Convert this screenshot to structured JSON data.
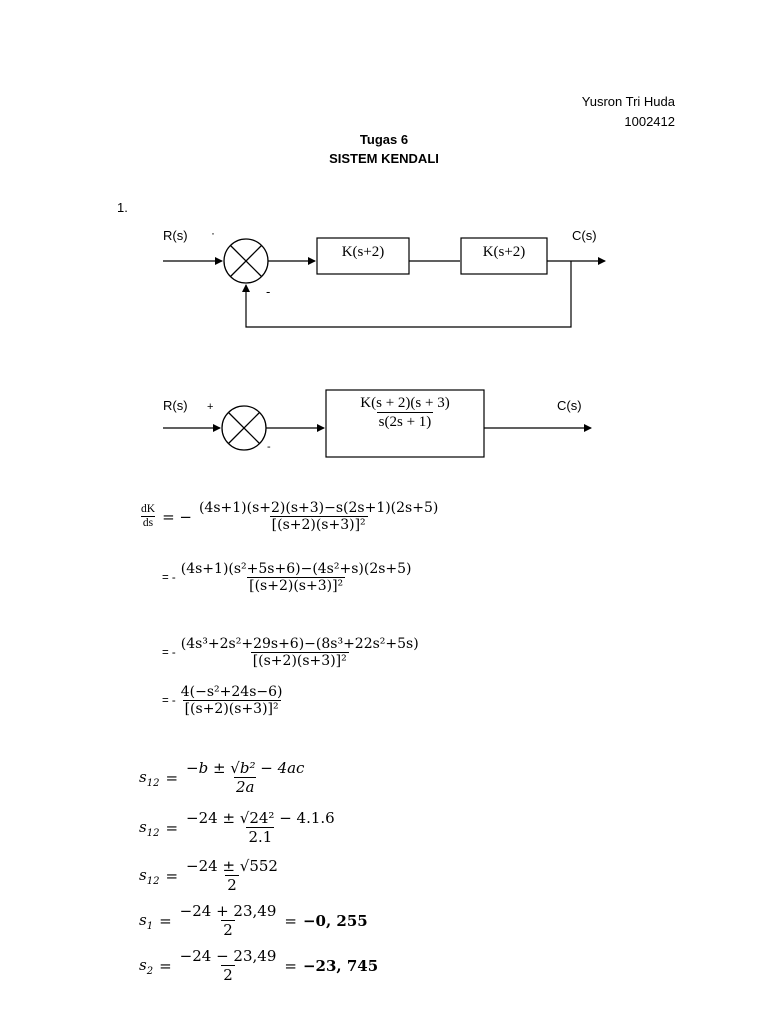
{
  "header": {
    "name": "Yusron Tri Huda",
    "id": "1002412"
  },
  "title": {
    "line1": "Tugas 6",
    "line2": "SISTEM KENDALI"
  },
  "question_number": "1.",
  "diagram1": {
    "input": "R(s)",
    "output": "C(s)",
    "block1": "K(s+2)",
    "block2": "K(s+2)",
    "plus": "·",
    "minus": "-"
  },
  "diagram2": {
    "input": "R(s)",
    "output": "C(s)",
    "plus": "+",
    "minus": "-",
    "block_num": "K(s + 2)(s + 3)",
    "block_den": "s(2s + 1)"
  },
  "derivation": {
    "lhs_num": "dK",
    "lhs_den": "ds",
    "eq1_num": "(4s+1)(s+2)(s+3)−s(2s+1)(2s+5)",
    "eq1_den": "[(s+2)(s+3)]²",
    "eq2_num": "(4s+1)(s²+5s+6)−(4s²+s)(2s+5)",
    "eq2_den": "[(s+2)(s+3)]²",
    "eq3_num": "(4s³+2s²+29s+6)−(8s³+22s²+5s)",
    "eq3_den": "[(s+2)(s+3)]²",
    "eq4_num": "4(−s²+24s−6)",
    "eq4_den": "[(s+2)(s+3)]²",
    "eq_sign": "= −",
    "eq_prefix": "= -"
  },
  "roots": {
    "label12": "s",
    "sub12": "12",
    "label1": "s",
    "sub1": "1",
    "label2": "s",
    "sub2": "2",
    "r1_num": "−b ± √b² − 4ac",
    "r1_den": "2a",
    "r2_num": "−24 ± √24² − 4.1.6",
    "r2_den": "2.1",
    "r3_num": "−24 ± √552",
    "r3_den": "2",
    "r4_num": "−24 + 23,49",
    "r4_den": "2",
    "r4_result": "−0, 255",
    "r5_num": "−24 − 23,49",
    "r5_den": "2",
    "r5_result": "−23, 745"
  }
}
